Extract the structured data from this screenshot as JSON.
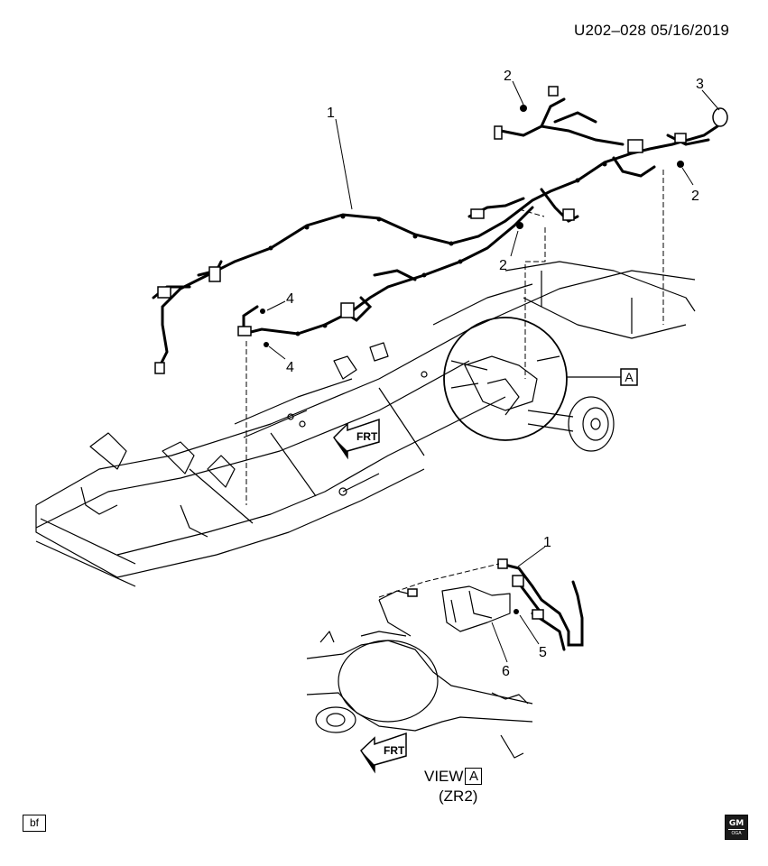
{
  "diagram_code": "U202–028  05/16/2019",
  "callouts": {
    "c1_top": "1",
    "c2_top": "2",
    "c3": "3",
    "c2_right": "2",
    "c2_mid": "2",
    "c4_top": "4",
    "c4_bottom": "4",
    "c1_view": "1",
    "c5": "5",
    "c6": "6"
  },
  "frt_main": "FRT",
  "frt_view": "FRT",
  "view_ref_main": "A",
  "view_label": "VIEW",
  "view_ref": "A",
  "view_variant": "(ZR2)",
  "footer_code": "bf",
  "logo_text": "GM",
  "logo_sub": "OGA"
}
